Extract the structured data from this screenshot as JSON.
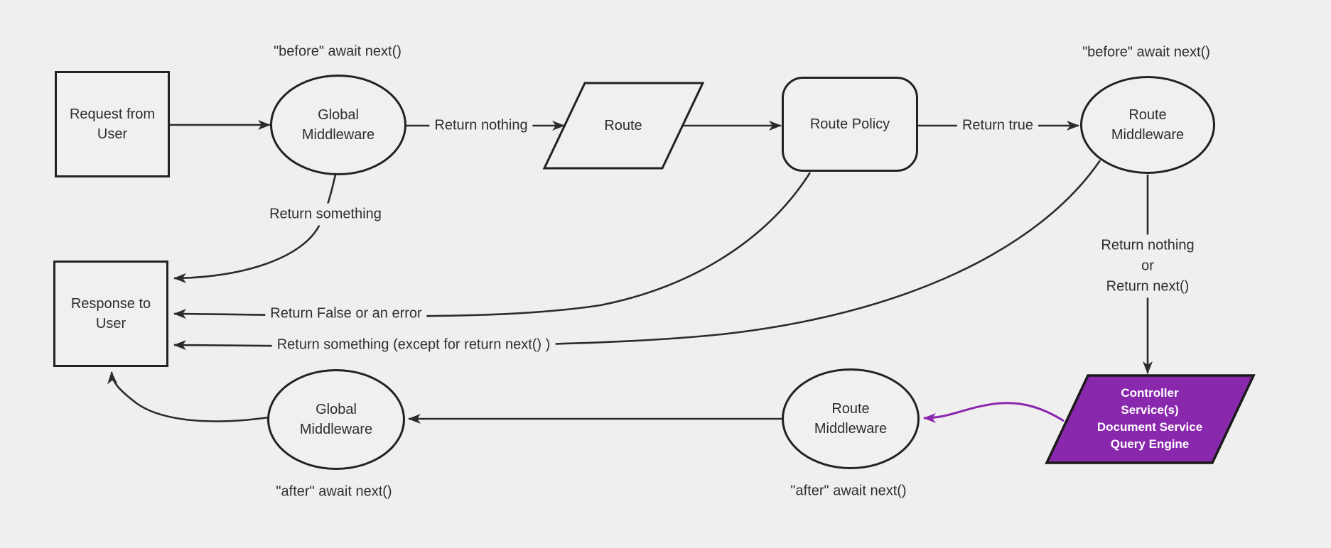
{
  "diagram": {
    "title": "middleware-request-lifecycle-flowchart",
    "colors": {
      "background": "#efefef",
      "node_fill": "#f0f0f0",
      "line": "#2b2b2b",
      "text": "#2e2e2e",
      "controller_fill": "#8a28ad",
      "controller_border": "#1a1a1a",
      "controller_text": "#ffffff",
      "purple_arrow": "#8b27ad"
    },
    "nodes": {
      "request": {
        "label": "Request from User",
        "shape": "rectangle"
      },
      "global_middleware_top": {
        "label": "Global Middleware",
        "shape": "ellipse"
      },
      "route": {
        "label": "Route",
        "shape": "parallelogram"
      },
      "route_policy": {
        "label": "Route Policy",
        "shape": "rounded-rectangle"
      },
      "route_middleware_top": {
        "label": "Route Middleware",
        "shape": "ellipse"
      },
      "response": {
        "label": "Response to User",
        "shape": "rectangle"
      },
      "global_middleware_bottom": {
        "label": "Global Middleware",
        "shape": "ellipse"
      },
      "route_middleware_bottom": {
        "label": "Route Middleware",
        "shape": "ellipse"
      },
      "controller": {
        "lines": [
          "Controller",
          "Service(s)",
          "Document Service",
          "Query Engine"
        ],
        "shape": "parallelogram"
      }
    },
    "edge_labels": {
      "return_nothing": "Return nothing",
      "return_true": "Return true",
      "return_something": "Return something",
      "return_false": "Return False or an error",
      "return_something_except": "Return something (except for return next() )",
      "return_nothing_or": [
        "Return nothing",
        "or",
        "Return next()"
      ]
    },
    "annotations": {
      "before_global": "\"before\" await next()",
      "before_route": "\"before\" await next()",
      "after_global": "\"after\" await next()",
      "after_route": "\"after\" await next()"
    }
  }
}
